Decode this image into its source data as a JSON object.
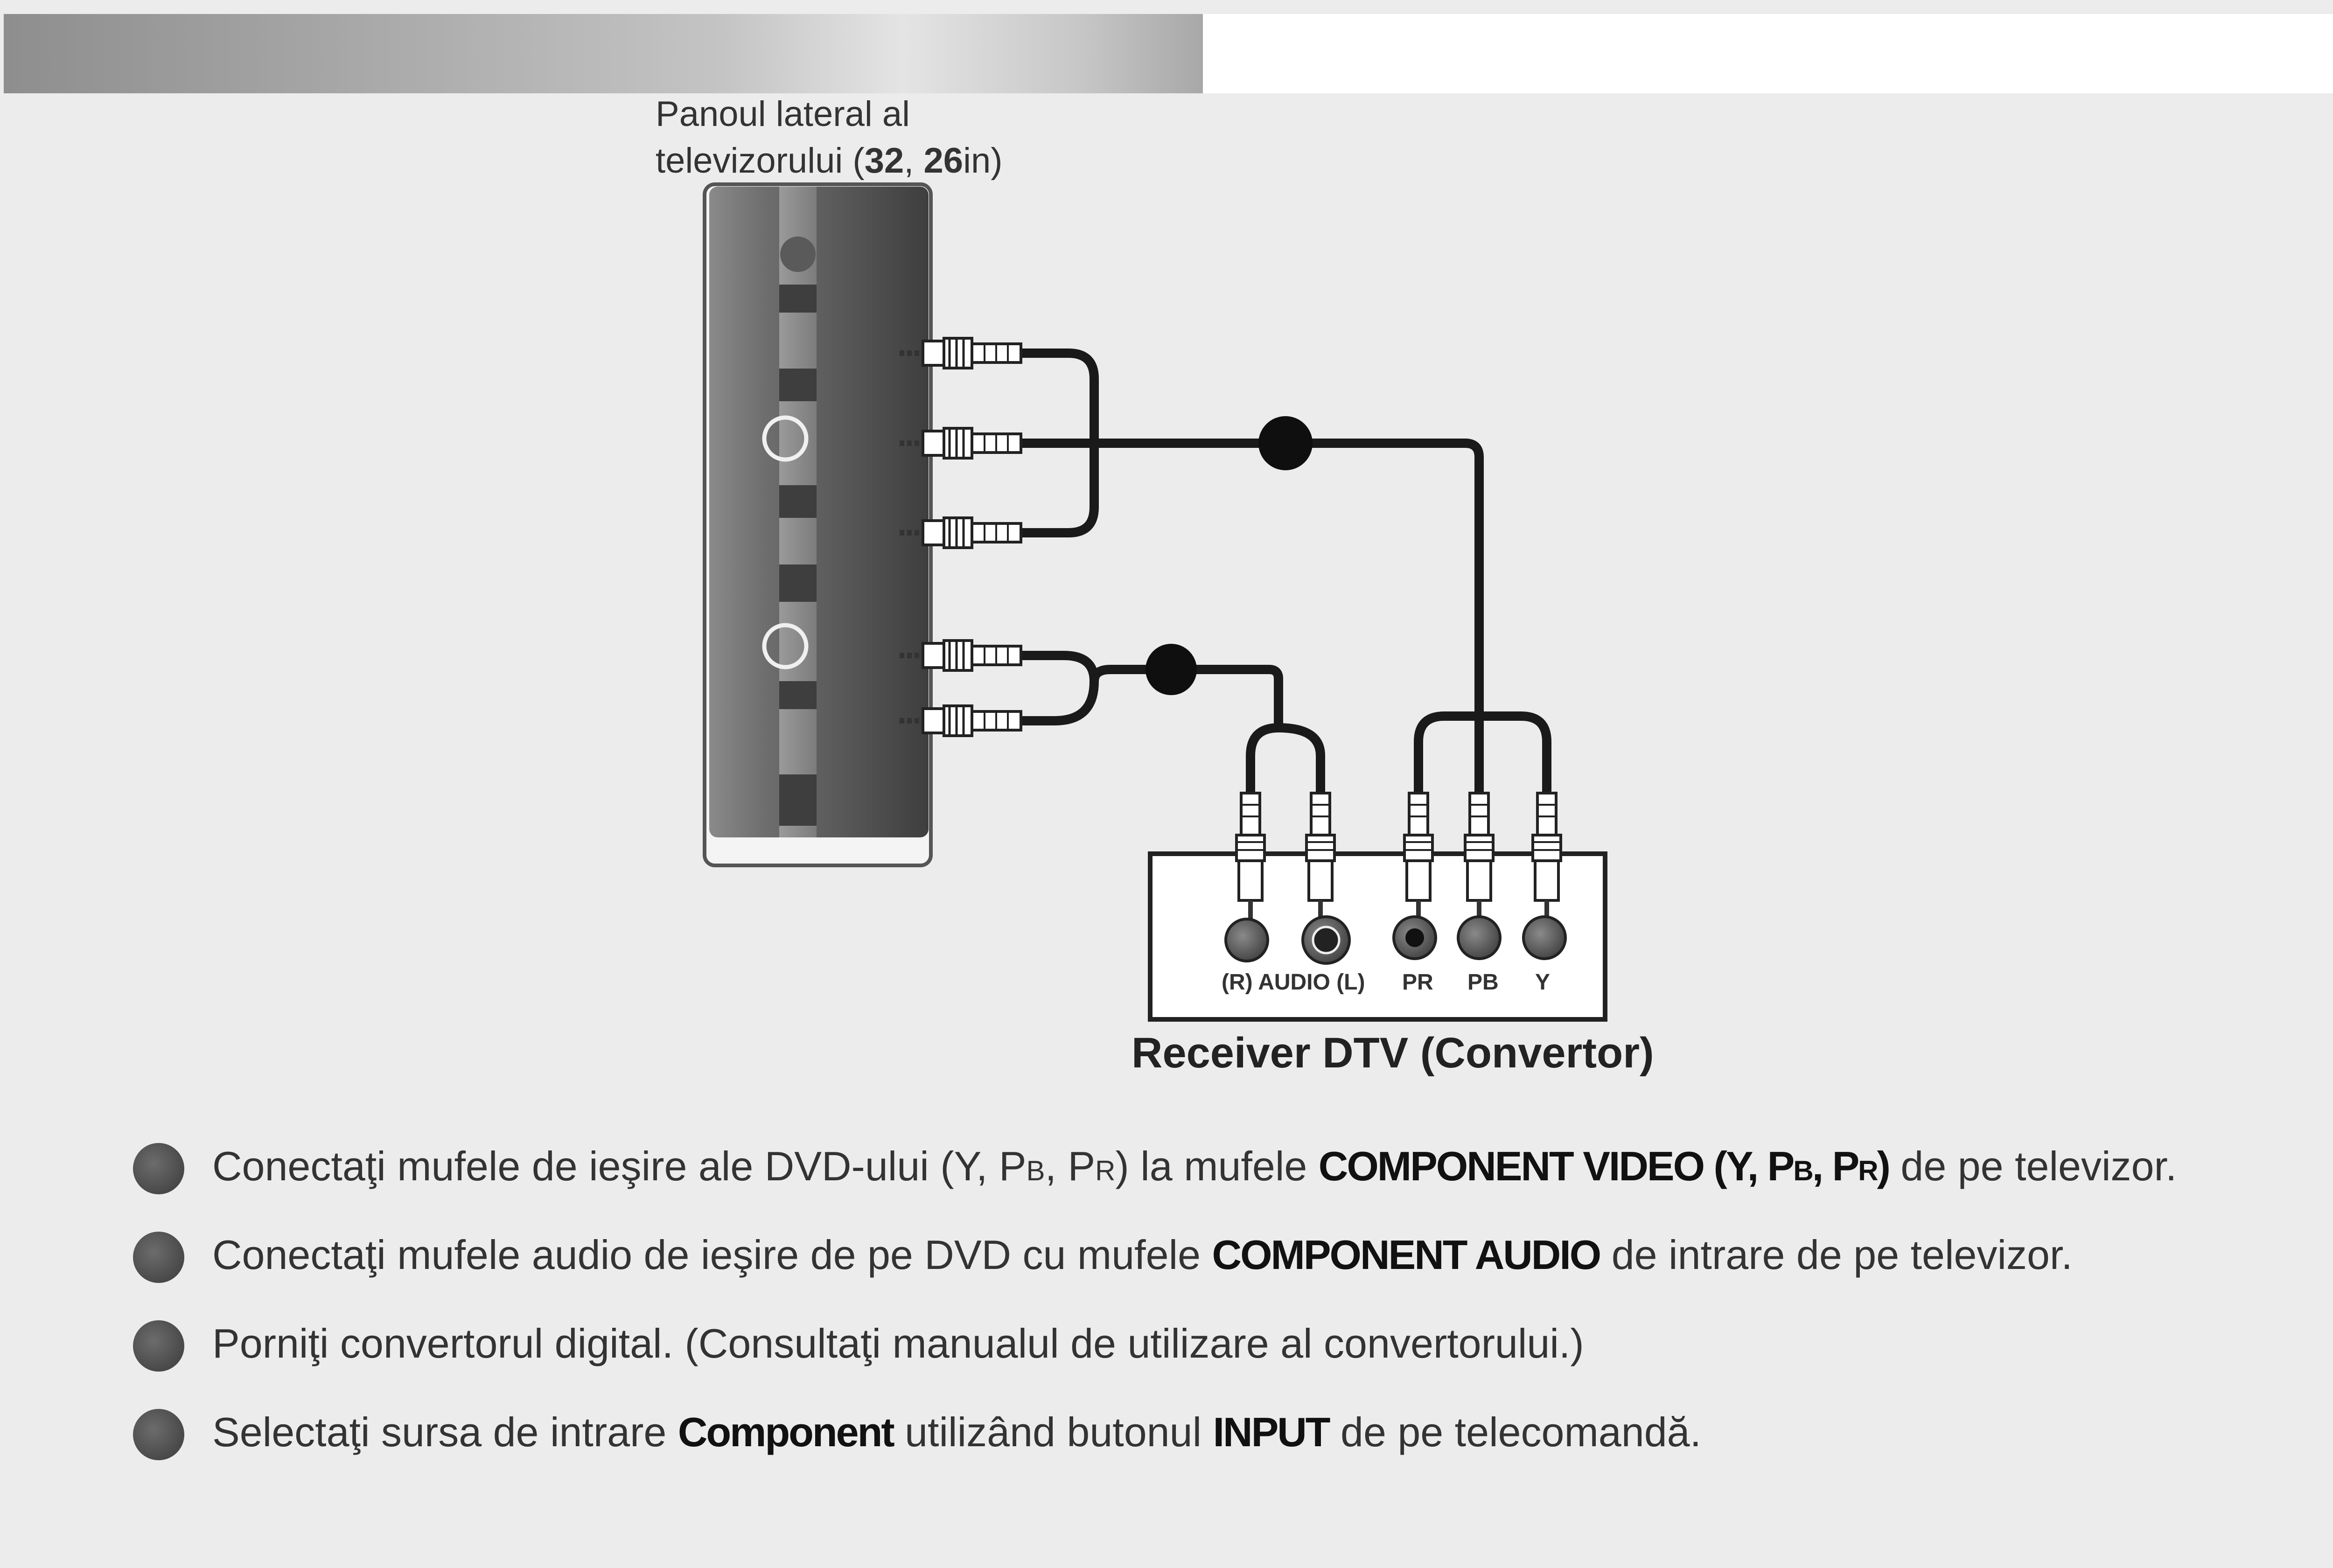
{
  "panel_label": {
    "line1": "Panoul lateral al",
    "line2_prefix": "televizorului (",
    "line2_bold1": "32",
    "line2_sep": ", ",
    "line2_bold2": "26",
    "line2_suffix": "in)"
  },
  "receiver": {
    "title": "Receiver DTV (Convertor)",
    "jack_labels": {
      "audio": "(R) AUDIO (L)",
      "pr": "PR",
      "pb": "PB",
      "y": "Y"
    }
  },
  "steps": [
    {
      "t1": "Conectaţi mufele de ieşire ale DVD-ului (Y, P",
      "s1": "B",
      "t2": ", P",
      "s2": "R",
      "t3": ") la mufele ",
      "b1": "COMPONENT VIDEO (Y, P",
      "bs1": "B",
      "b2": ", P",
      "bs2": "R",
      "b3": ")",
      "t4": " de pe televizor."
    },
    {
      "t1": "Conectaţi mufele audio de ieşire de pe DVD cu mufele ",
      "b1": "COMPONENT AUDIO",
      "t2": " de intrare de pe televizor."
    },
    {
      "t1": "Porniţi convertorul digital. (Consultaţi manualul de utilizare al convertorului.)"
    },
    {
      "t1": "Selectaţi sursa de intrare ",
      "b1": "Component",
      "t2": " utilizând butonul ",
      "b2": "INPUT",
      "t3": " de pe telecomandă."
    }
  ],
  "colors": {
    "cable": "#1a1a1a",
    "panel_dark": "#5a5a5a",
    "bullet": "#4a4a4a"
  }
}
